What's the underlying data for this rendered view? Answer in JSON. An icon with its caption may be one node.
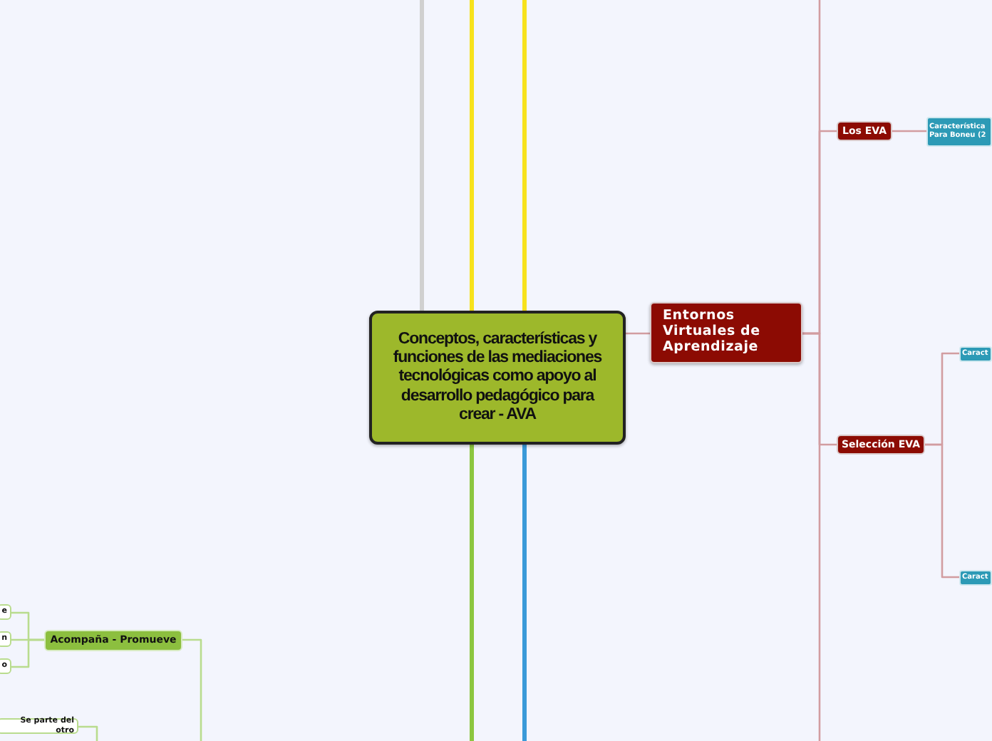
{
  "diagram": {
    "nodes": [
      {
        "text": [
          "Conceptos, características y funciones de las mediaciones tecnológicas como apoyo al desarrollo pedagógico para crear - AVA"
        ]
      },
      {
        "text": [
          "Entornos Virtuales de Aprendizaje"
        ]
      },
      {
        "text": [
          "Los EVA"
        ]
      },
      {
        "text": [
          "Característica Para Boneu (2"
        ]
      },
      {
        "text": [
          "Selección EVA"
        ]
      },
      {
        "text": [
          "Caract"
        ]
      },
      {
        "text": [
          "Caract"
        ]
      },
      {
        "text": [
          "Acompaña - Promueve"
        ]
      },
      {
        "text": [
          "e"
        ]
      },
      {
        "text": [
          "n"
        ]
      },
      {
        "text": [
          "o"
        ]
      },
      {
        "text": [
          "Se parte del otro"
        ]
      }
    ],
    "edges": [
      {
        "from": 0,
        "to": 1,
        "arrow": "none"
      },
      {
        "from": 1,
        "to": 2,
        "arrow": "none"
      },
      {
        "from": 1,
        "to": 4,
        "arrow": "none"
      },
      {
        "from": 2,
        "to": 3,
        "arrow": "none"
      },
      {
        "from": 4,
        "to": 5,
        "arrow": "none"
      },
      {
        "from": 4,
        "to": 6,
        "arrow": "none"
      },
      {
        "from": 7,
        "to": 8,
        "arrow": "none",
        "color": "#b9dc8e"
      },
      {
        "from": 7,
        "to": 9,
        "arrow": "none",
        "color": "#b9dc8e"
      },
      {
        "from": 7,
        "to": 10,
        "arrow": "none",
        "color": "#b9dc8e"
      },
      {
        "from": 0,
        "to": null,
        "arrow": "none",
        "style": "thick",
        "color": "#d0d0d0"
      },
      {
        "from": 0,
        "to": null,
        "arrow": "none",
        "style": "thick",
        "color": "#f7e21c"
      },
      {
        "from": 0,
        "to": null,
        "arrow": "none",
        "style": "thick",
        "color": "#f7e21c"
      },
      {
        "from": 0,
        "to": null,
        "arrow": "none",
        "style": "thick",
        "color": "#8cc63f"
      },
      {
        "from": 0,
        "to": null,
        "arrow": "none",
        "style": "thick",
        "color": "#3a9ad9"
      },
      {
        "from": 1,
        "to": null,
        "arrow": "none"
      },
      {
        "from": 1,
        "to": null,
        "arrow": "none"
      },
      {
        "from": 7,
        "to": null,
        "arrow": "none",
        "color": "#b9dc8e"
      },
      {
        "from": 11,
        "to": null,
        "arrow": "none",
        "color": "#b9dc8e"
      }
    ]
  }
}
